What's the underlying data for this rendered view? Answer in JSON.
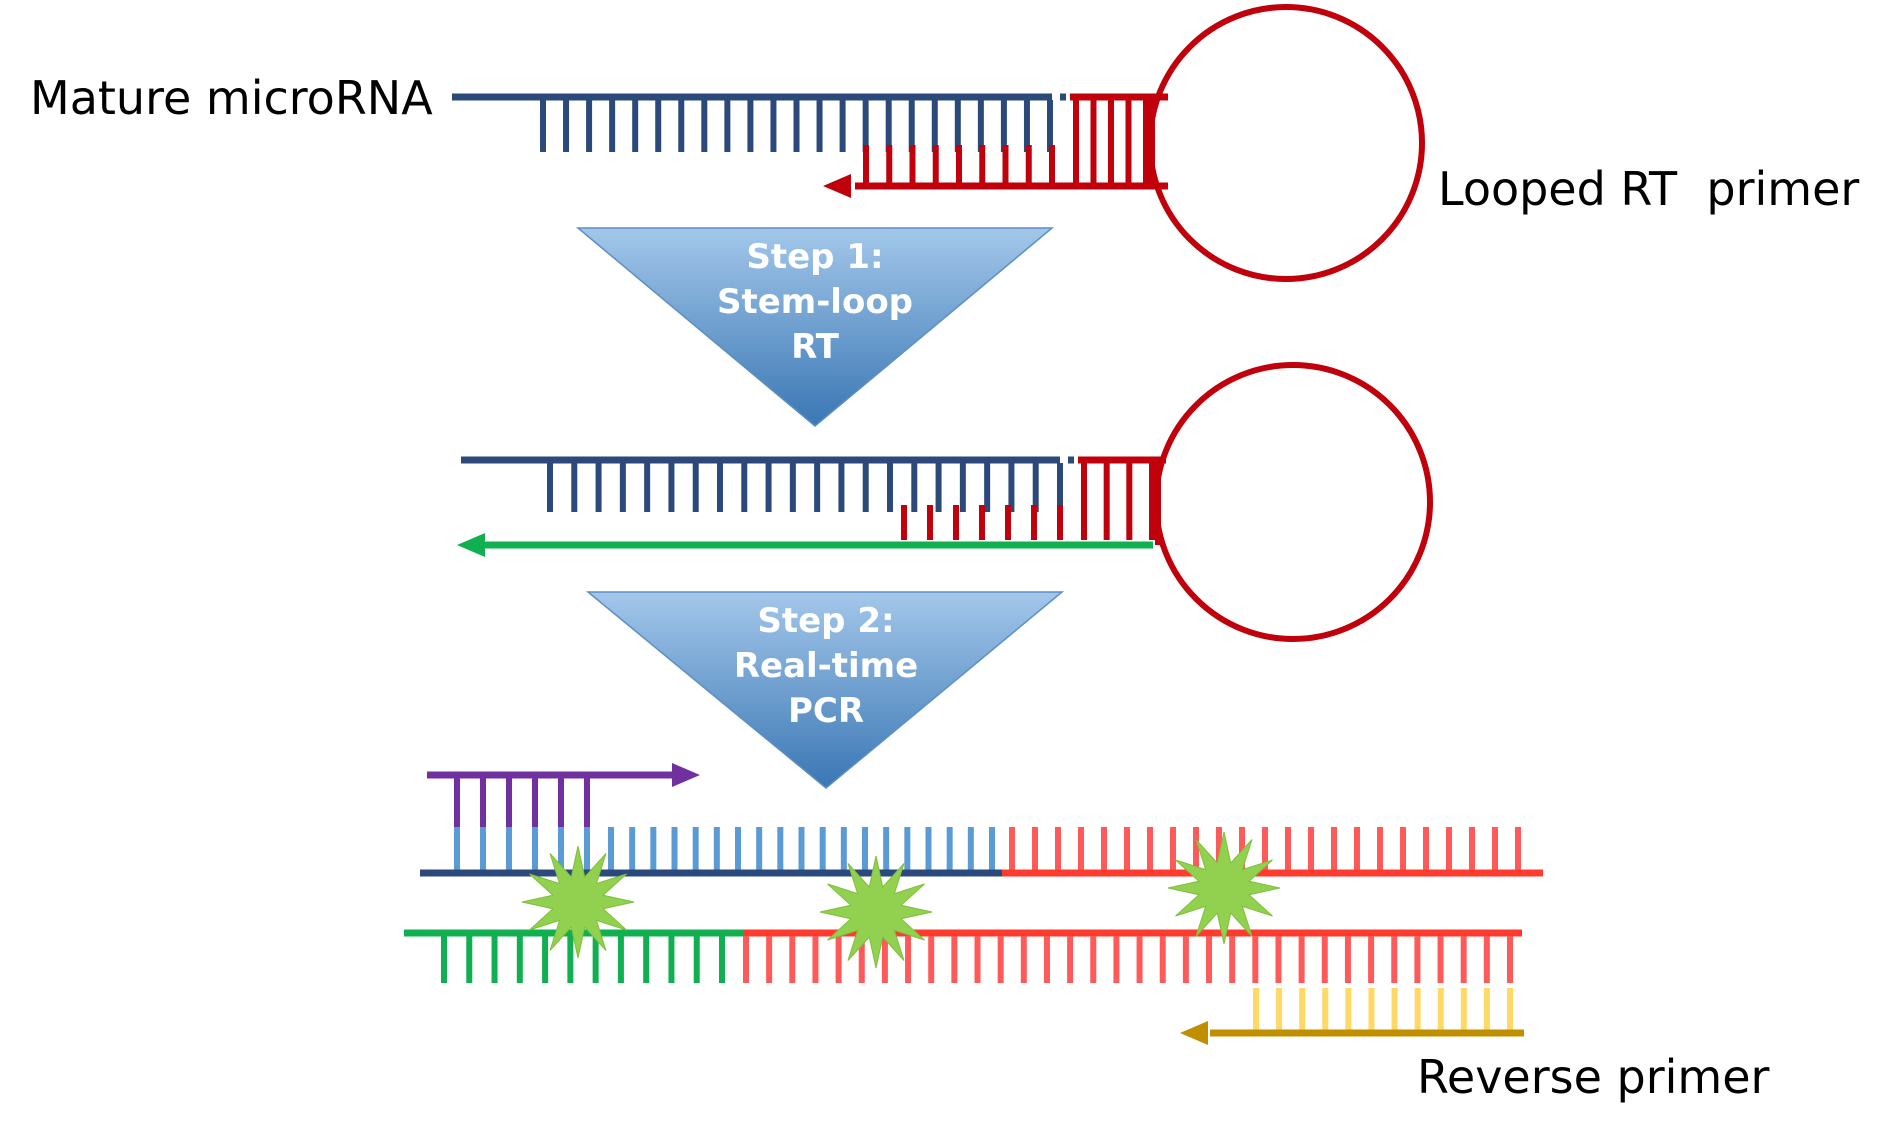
{
  "labels": {
    "mature_microrna": "Mature microRNA",
    "looped_rt_primer": "Looped RT  primer",
    "reverse_primer": "Reverse primer"
  },
  "steps": [
    {
      "lines": [
        "Step 1:",
        "Stem-loop",
        "RT"
      ]
    },
    {
      "lines": [
        "Step 2:",
        "Real-time",
        "PCR"
      ]
    }
  ],
  "colors": {
    "microrna_navy": "#2b4a7b",
    "rt_primer_red": "#c0000b",
    "cdna_green": "#10b050",
    "forward_primer_purple": "#7030a0",
    "template_light_blue": "#5b9bd5",
    "pcr_red": "#ff3b2e",
    "pcr_light_red": "#ff5a5a",
    "reverse_primer_yellow": "#ffd966",
    "reverse_primer_gold": "#bf8f00",
    "fluorescence_green": "#92d050",
    "triangle_top": "#a3c7ea",
    "triangle_bottom": "#3a77b4"
  },
  "icons": [
    "fluorescence-burst-icon",
    "arrow-left-icon",
    "arrow-right-icon"
  ]
}
